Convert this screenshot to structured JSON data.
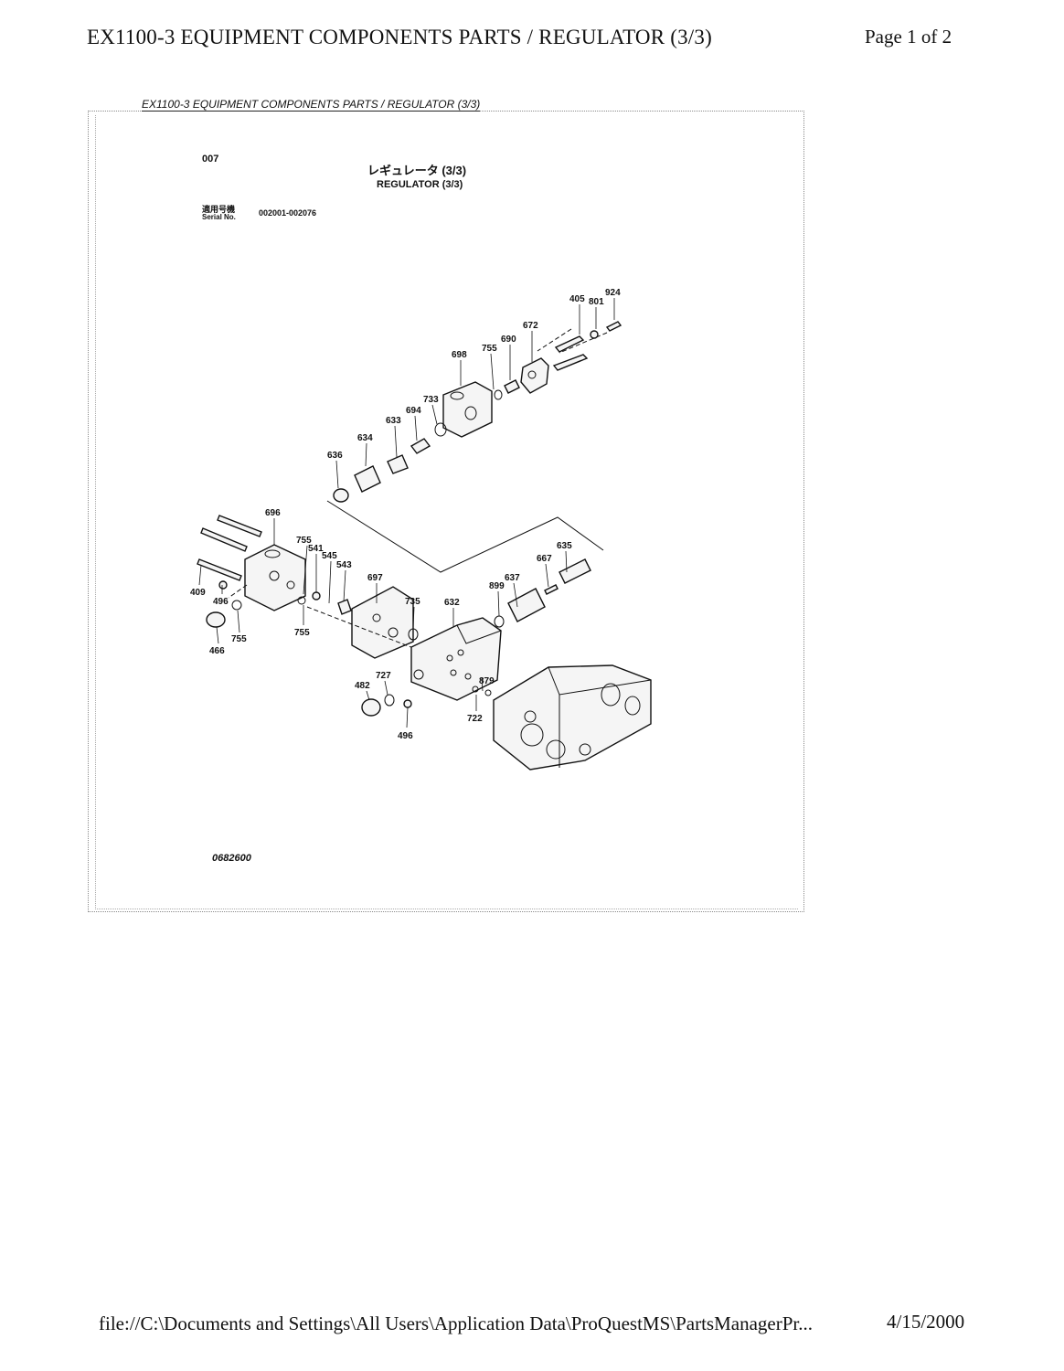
{
  "header": {
    "title": "EX1100-3 EQUIPMENT COMPONENTS PARTS / REGULATOR (3/3)",
    "page": "Page 1 of 2"
  },
  "sheet": {
    "caption": "EX1100-3 EQUIPMENT COMPONENTS PARTS / REGULATOR (3/3)",
    "figure_no": "007",
    "title_ja": "レギュレータ (3/3)",
    "title_en": "REGULATOR (3/3)",
    "serial_label_ja": "適用号機",
    "serial_label_en": "Serial No.",
    "serial_range": "002001-002076",
    "drawing_id": "0682600"
  },
  "parts": [
    "405",
    "801",
    "924",
    "672",
    "690",
    "755",
    "698",
    "733",
    "694",
    "633",
    "634",
    "636",
    "696",
    "755",
    "541",
    "545",
    "543",
    "697",
    "735",
    "632",
    "635",
    "667",
    "637",
    "899",
    "409",
    "496",
    "466",
    "755",
    "755",
    "482",
    "727",
    "879",
    "722",
    "496"
  ],
  "footer": {
    "path": "file://C:\\Documents and Settings\\All Users\\Application Data\\ProQuestMS\\PartsManagerPr...",
    "date": "4/15/2000"
  }
}
